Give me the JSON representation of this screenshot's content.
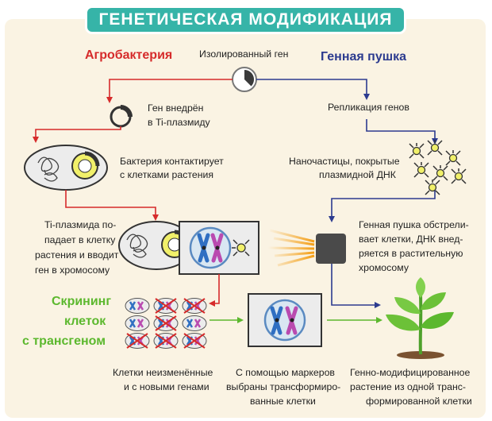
{
  "title": "ГЕНЕТИЧЕСКАЯ МОДИФИКАЦИЯ",
  "labels": {
    "agrobacterium": "Агробактерия",
    "isolated_gene": "Изолированный ген",
    "gene_gun": "Генная пушка",
    "gene_inserted": [
      "Ген внедрён",
      "в Ti-плазмиду"
    ],
    "gene_replication": "Репликация генов",
    "bacteria_contact": [
      "Бактерия контактирует",
      "с клетками растения"
    ],
    "nanoparticles": [
      "Наночастицы, покрытые",
      "плазмидной ДНК"
    ],
    "ti_plasmid": [
      "Ti-плазмида по-",
      "падает в клетку",
      "растения и вводит",
      "ген в хромосому"
    ],
    "gun_fires": [
      "Генная пушка обстрели-",
      "вает клетки, ДНК внед-",
      "ряется в растительную",
      "хромосому"
    ],
    "screening": [
      "Скрининг",
      "клеток",
      "с трансгеном"
    ],
    "cells_mixed": [
      "Клетки неизменённые",
      "и с новыми генами"
    ],
    "selected_markers": [
      "С помощью маркеров",
      "выбраны трансформиро-",
      "ванные клетки"
    ],
    "gm_plant": [
      "Генно-модифицированное",
      "растение из одной транс-",
      "формированной клетки"
    ]
  },
  "colors": {
    "teal": "#36b4a8",
    "red": "#d62b2b",
    "navy": "#2c3b8f",
    "green": "#5cb82e",
    "panel": "#faf3e3"
  }
}
